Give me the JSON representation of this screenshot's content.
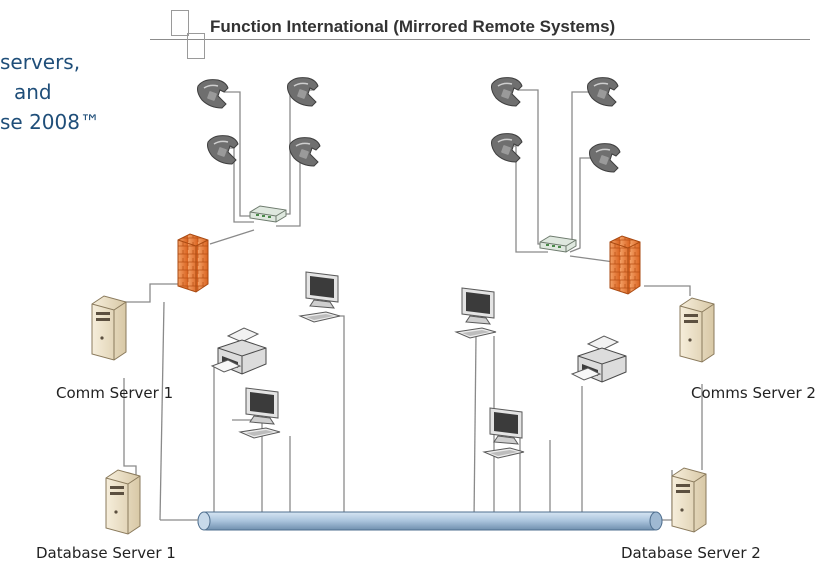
{
  "title": "Function International (Mirrored Remote Systems)",
  "side_text": [
    "servers,",
    "and",
    "se 2008™"
  ],
  "labels": {
    "comm_server_1": "Comm Server 1",
    "comms_server_2": "Comms Server 2",
    "database_server_1": "Database Server 1",
    "database_server_2": "Database Server 2"
  },
  "icons": [
    "phone-icon",
    "hub-icon",
    "firewall-icon",
    "server-icon",
    "desktop-computer-icon",
    "printer-icon",
    "network-backbone"
  ],
  "colors": {
    "side_text": "#1f4e79",
    "firewall": "#e87a2c",
    "backbone": "#a9c3dc",
    "server": "#efe3c8"
  }
}
